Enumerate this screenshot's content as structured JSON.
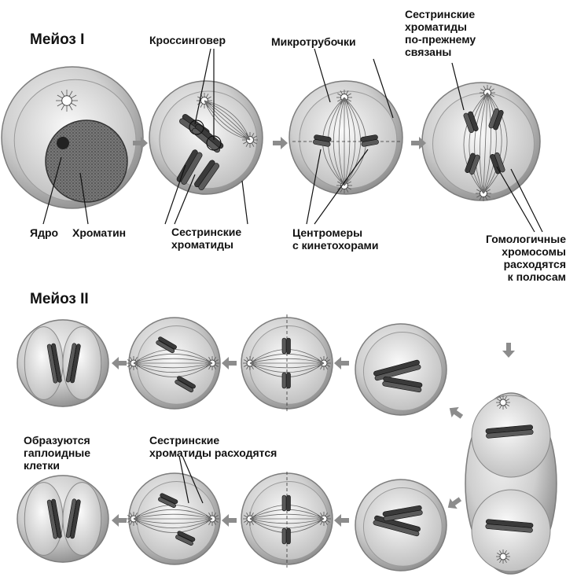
{
  "titles": {
    "meiosis1": "Мейоз I",
    "meiosis2": "Мейоз II"
  },
  "labels": {
    "crossingover": "Кроссинговер",
    "microtubules": "Микротрубочки",
    "sister_still_linked": "Сестринские\nхроматиды\nпо-прежнему\nсвязаны",
    "nucleus": "Ядро",
    "chromatin": "Хроматин",
    "sister_chromatids": "Сестринские\nхроматиды",
    "centromeres": "Центромеры\nс кинетохорами",
    "homologs_separate": "Гомологичные\nхромосомы\nрасходятся\nк полюсам",
    "haploid_cells": "Образуются\nгаплоидные\nклетки",
    "sisters_separate": "Сестринские\nхроматиды расходятся"
  },
  "colors": {
    "cell_fill": "#c9c9c9",
    "cell_rim": "#7d7d7d",
    "chromosome": "#3a3a3a",
    "arrow": "#8c8c8c",
    "label": "#111111"
  }
}
